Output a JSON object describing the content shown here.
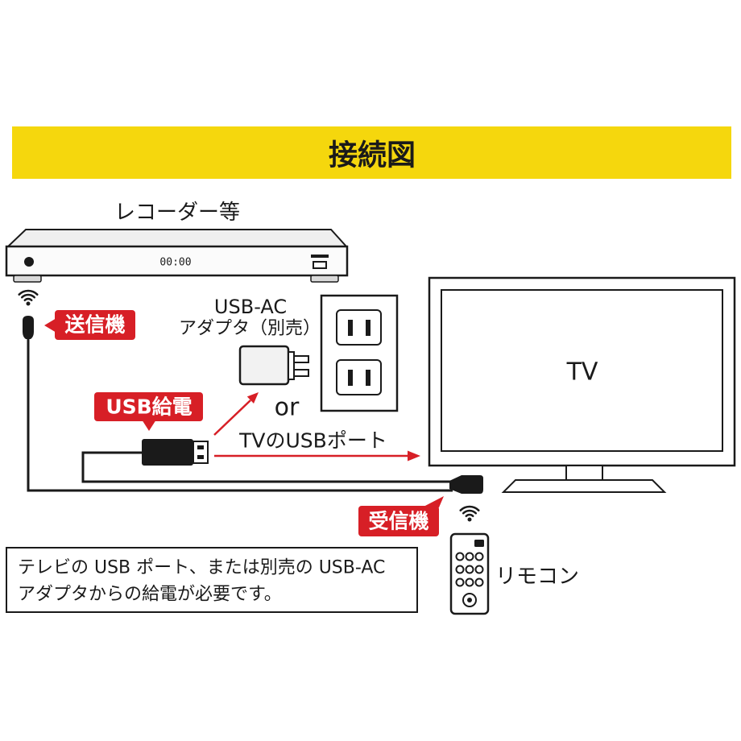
{
  "title": "接続図",
  "recorder": {
    "label": "レコーダー等",
    "display": "00:00"
  },
  "transmitter": {
    "label": "送信機"
  },
  "usb_power": {
    "label": "USB給電"
  },
  "adapter": {
    "label_line1": "USB-AC",
    "label_line2": "アダプタ（別売）"
  },
  "or_text": "or",
  "tv_usb_port": "TVのUSBポート",
  "tv": {
    "label": "TV"
  },
  "receiver": {
    "label": "受信機"
  },
  "remote": {
    "label": "リモコン"
  },
  "note": {
    "line1": "テレビの USB ポート、または別売の USB-AC",
    "line2": "アダプタからの給電が必要です。"
  },
  "icons": [
    "power-button-icon",
    "card-slot-icon",
    "ir-signal-icon",
    "usb-plug-icon",
    "ac-adapter-icon",
    "wall-outlet-icon",
    "remote-control-icon"
  ],
  "colors": {
    "banner": "#f5d70d",
    "label_red": "#d71f26",
    "arrow_red": "#d71f26",
    "line": "#1a1a1a"
  }
}
